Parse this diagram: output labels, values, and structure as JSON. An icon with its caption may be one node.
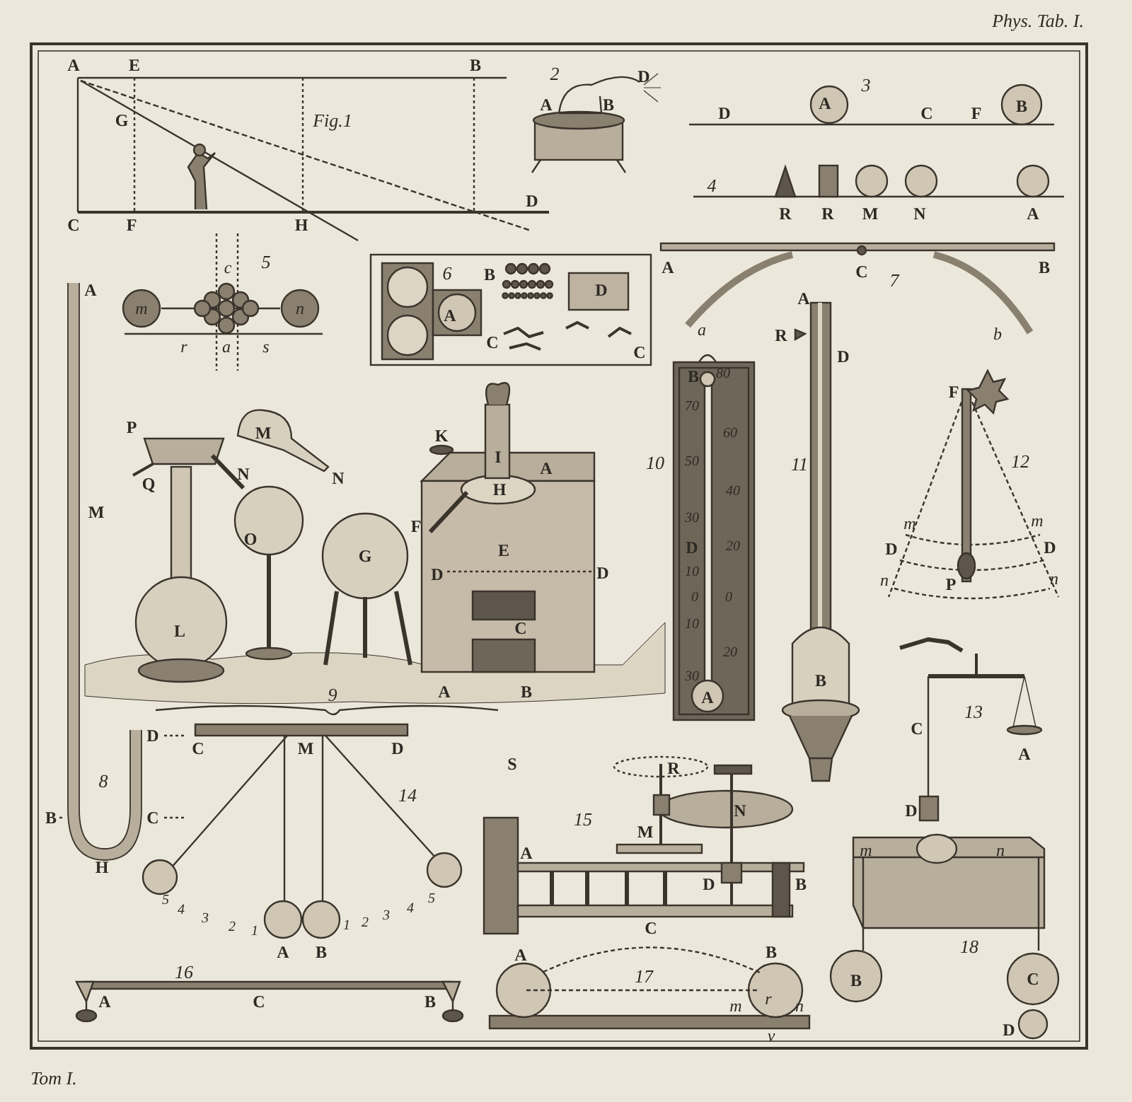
{
  "diagram": {
    "title": "Phys. Tab. I.",
    "labels": [
      "A",
      "E",
      "B",
      "G",
      "Fig.1",
      "C",
      "F",
      "H",
      "D",
      "2",
      "D",
      "A",
      "B",
      "3",
      "D",
      "A",
      "C",
      "F",
      "B",
      "4",
      "R",
      "R",
      "M",
      "N",
      "A",
      "5",
      "c",
      "m",
      "n",
      "r",
      "a",
      "s",
      "6",
      "B",
      "D",
      "A",
      "C",
      "C",
      "A",
      "C",
      "B",
      "7",
      "a",
      "b",
      "A",
      "M",
      "D",
      "8",
      "B",
      "C",
      "H",
      "P",
      "M",
      "K",
      "I",
      "A",
      "Q",
      "N",
      "N",
      "H",
      "O",
      "F",
      "E",
      "G",
      "D",
      "D",
      "L",
      "C",
      "9",
      "A",
      "B",
      "10",
      "B",
      "80",
      "70",
      "60",
      "50",
      "40",
      "30",
      "D",
      "20",
      "10",
      "0",
      "0",
      "10",
      "20",
      "30",
      "A",
      "A",
      "R",
      "D",
      "11",
      "B",
      "F",
      "12",
      "m",
      "m",
      "D",
      "D",
      "n",
      "n",
      "P",
      "13",
      "C",
      "A",
      "D",
      "C",
      "M",
      "D",
      "14",
      "5",
      "4",
      "3",
      "2",
      "1",
      "1",
      "2",
      "3",
      "4",
      "5",
      "A",
      "B",
      "S",
      "R",
      "N",
      "15",
      "M",
      "A",
      "D",
      "B",
      "16",
      "A",
      "C",
      "B",
      "C",
      "A",
      "B",
      "17",
      "r",
      "m",
      "n",
      "v",
      "m",
      "n",
      "18",
      "B",
      "C",
      "D",
      "Tom I."
    ]
  }
}
